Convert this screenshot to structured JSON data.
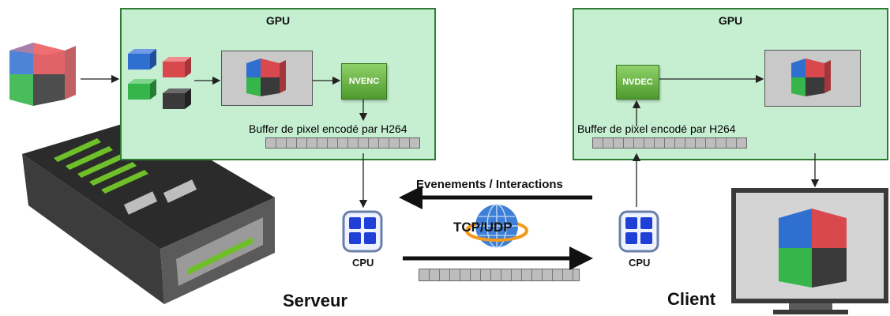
{
  "server": {
    "gpu_title": "GPU",
    "encoder_label": "NVENC",
    "buffer_label": "Buffer de pixel encodé par H264",
    "cpu_label": "CPU",
    "caption": "Serveur"
  },
  "client": {
    "gpu_title": "GPU",
    "decoder_label": "NVDEC",
    "buffer_label": "Buffer de pixel encodé par H264",
    "cpu_label": "CPU",
    "caption": "Client"
  },
  "network": {
    "events_label": "Evenements / Interactions",
    "protocol_label": "TCP/UDP"
  },
  "colors": {
    "panel_fill": "#c6efd2",
    "panel_border": "#2e7d32",
    "chip_green": "#5aa832",
    "cube_blue": "#2f6fd0",
    "cube_red": "#d9484c",
    "cube_green": "#36b54a",
    "cube_dark": "#3a3a3a"
  }
}
